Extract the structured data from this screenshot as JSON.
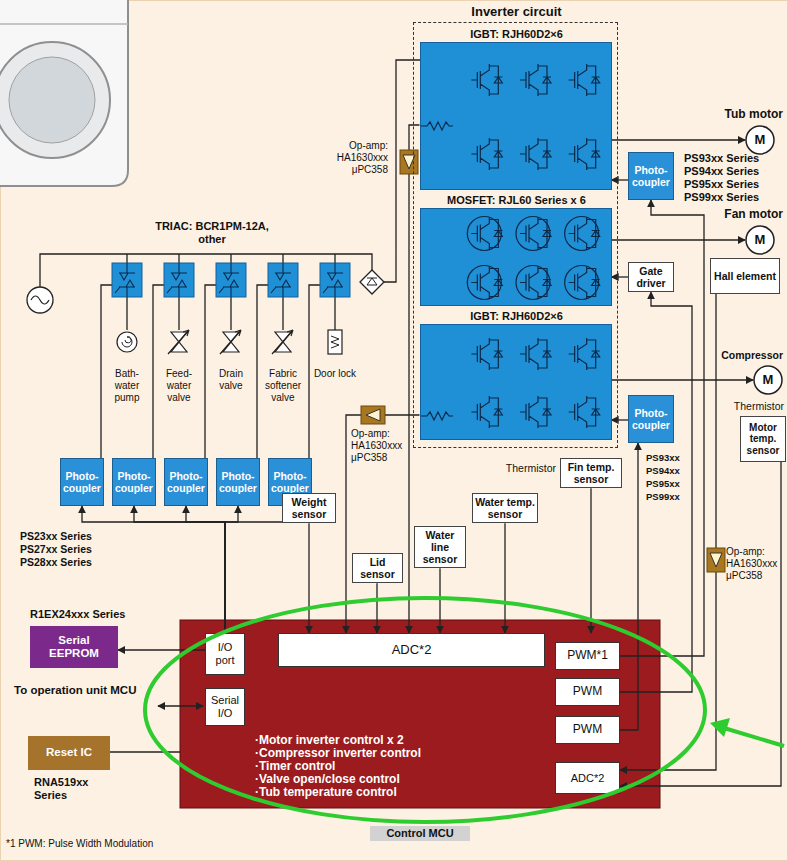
{
  "diagram": {
    "nodes": [
      {
        "text": [
          "Inverter circuit"
        ]
      },
      {
        "text": [
          "IGBT: RJH60D2×6"
        ],
        "in": 0
      },
      {
        "text": [
          "MOSFET: RJL60 Series x 6"
        ],
        "in": 0
      },
      {
        "text": [
          "IGBT: RJH60D2×6"
        ],
        "in": 0
      },
      {
        "text": [
          "Tub motor",
          "M"
        ]
      },
      {
        "text": [
          "Photo-coupler"
        ]
      },
      {
        "text": [
          "Fan motor",
          "M"
        ]
      },
      {
        "text": [
          "Gate driver"
        ]
      },
      {
        "text": [
          "Hall element"
        ]
      },
      {
        "text": [
          "Compressor",
          "M"
        ]
      },
      {
        "text": [
          "Motor temp. sensor"
        ]
      },
      {
        "text": [
          "Photo-coupler"
        ]
      },
      {
        "text": [
          "Photo-coupler"
        ]
      },
      {
        "text": [
          "Photo-coupler"
        ]
      },
      {
        "text": [
          "Photo-coupler"
        ]
      },
      {
        "text": [
          "Photo-coupler"
        ]
      },
      {
        "text": [
          "Photo-coupler"
        ]
      },
      {
        "text": [
          "Weight sensor"
        ]
      },
      {
        "text": [
          "Lid sensor"
        ]
      },
      {
        "text": [
          "Water line sensor"
        ]
      },
      {
        "text": [
          "Water temp. sensor"
        ]
      },
      {
        "text": [
          "Fin temp. sensor"
        ]
      },
      {
        "text": [
          "Serial EEPROM"
        ]
      },
      {
        "text": [
          "Reset IC"
        ]
      },
      {
        "text": [
          "Control MCU",
          "·Motor inverter control x 2",
          "·Compressor inverter control",
          "·Timer control",
          "·Valve open/close control",
          "·Tub temperature control"
        ]
      },
      {
        "text": [
          "I/O port"
        ],
        "in": 24
      },
      {
        "text": [
          "Serial I/O"
        ],
        "in": 24
      },
      {
        "text": [
          "ADC*2"
        ],
        "in": 24
      },
      {
        "text": [
          "PWM*1"
        ],
        "in": 24
      },
      {
        "text": [
          "PWM"
        ],
        "in": 24
      },
      {
        "text": [
          "PWM"
        ],
        "in": 24
      },
      {
        "text": [
          "ADC*2"
        ],
        "in": 24
      }
    ],
    "edges": [
      {
        "from": 1,
        "to": 4,
        "arrow": "to"
      },
      {
        "from": 5,
        "to": 1,
        "arrow": "to"
      },
      {
        "from": 28,
        "to": 5,
        "arrow": "to"
      },
      {
        "from": 2,
        "to": 6,
        "arrow": "to"
      },
      {
        "from": 7,
        "to": 2,
        "arrow": "to"
      },
      {
        "from": 29,
        "to": 7,
        "arrow": "to"
      },
      {
        "from": 3,
        "to": 9,
        "arrow": "to"
      },
      {
        "from": 11,
        "to": 3,
        "arrow": "to"
      },
      {
        "from": 30,
        "to": 11,
        "arrow": "to"
      },
      {
        "from": 8,
        "to": 31,
        "arrow": "to"
      },
      {
        "from": 10,
        "to": 31,
        "arrow": "to"
      },
      {
        "from": 1,
        "to": 27,
        "arrow": "to"
      },
      {
        "from": 3,
        "to": 27,
        "arrow": "to"
      },
      {
        "from": 17,
        "to": 27,
        "arrow": "to"
      },
      {
        "from": 18,
        "to": 27,
        "arrow": "to"
      },
      {
        "from": 19,
        "to": 27,
        "arrow": "to"
      },
      {
        "from": 20,
        "to": 27,
        "arrow": "to"
      },
      {
        "from": 21,
        "to": 27,
        "arrow": "to"
      },
      {
        "from": 25,
        "to": 12,
        "arrow": "to"
      },
      {
        "from": 25,
        "to": 13,
        "arrow": "to"
      },
      {
        "from": 25,
        "to": 14,
        "arrow": "to"
      },
      {
        "from": 25,
        "to": 15,
        "arrow": "to"
      },
      {
        "from": 25,
        "to": 16,
        "arrow": "to"
      },
      {
        "from": 25,
        "to": 22,
        "arrow": "to"
      },
      {
        "from": 23,
        "to": 24,
        "arrow": "none"
      }
    ],
    "labels": [
      "TRIAC: BCR1PM-12A, other",
      "Bath-water pump",
      "Feed-water valve",
      "Drain valve",
      "Fabric softener valve",
      "Door lock",
      "PS23xx Series",
      "PS27xx Series",
      "PS28xx Series",
      "PS93xx Series",
      "PS94xx Series",
      "PS95xx Series",
      "PS99xx Series",
      "PS93xx",
      "PS94xx",
      "PS95xx",
      "PS99xx",
      "Thermistor",
      "Thermistor",
      "Op-amp: HA1630xxx μPC358",
      "Op-amp: HA1630xxx μPC358",
      "Op-amp: HA1630xxx μPC358",
      "R1EX24xxx Series",
      "To operation unit MCU",
      "RNA519xx Series",
      "*1 PWM: Pulse Width Modulation"
    ]
  }
}
